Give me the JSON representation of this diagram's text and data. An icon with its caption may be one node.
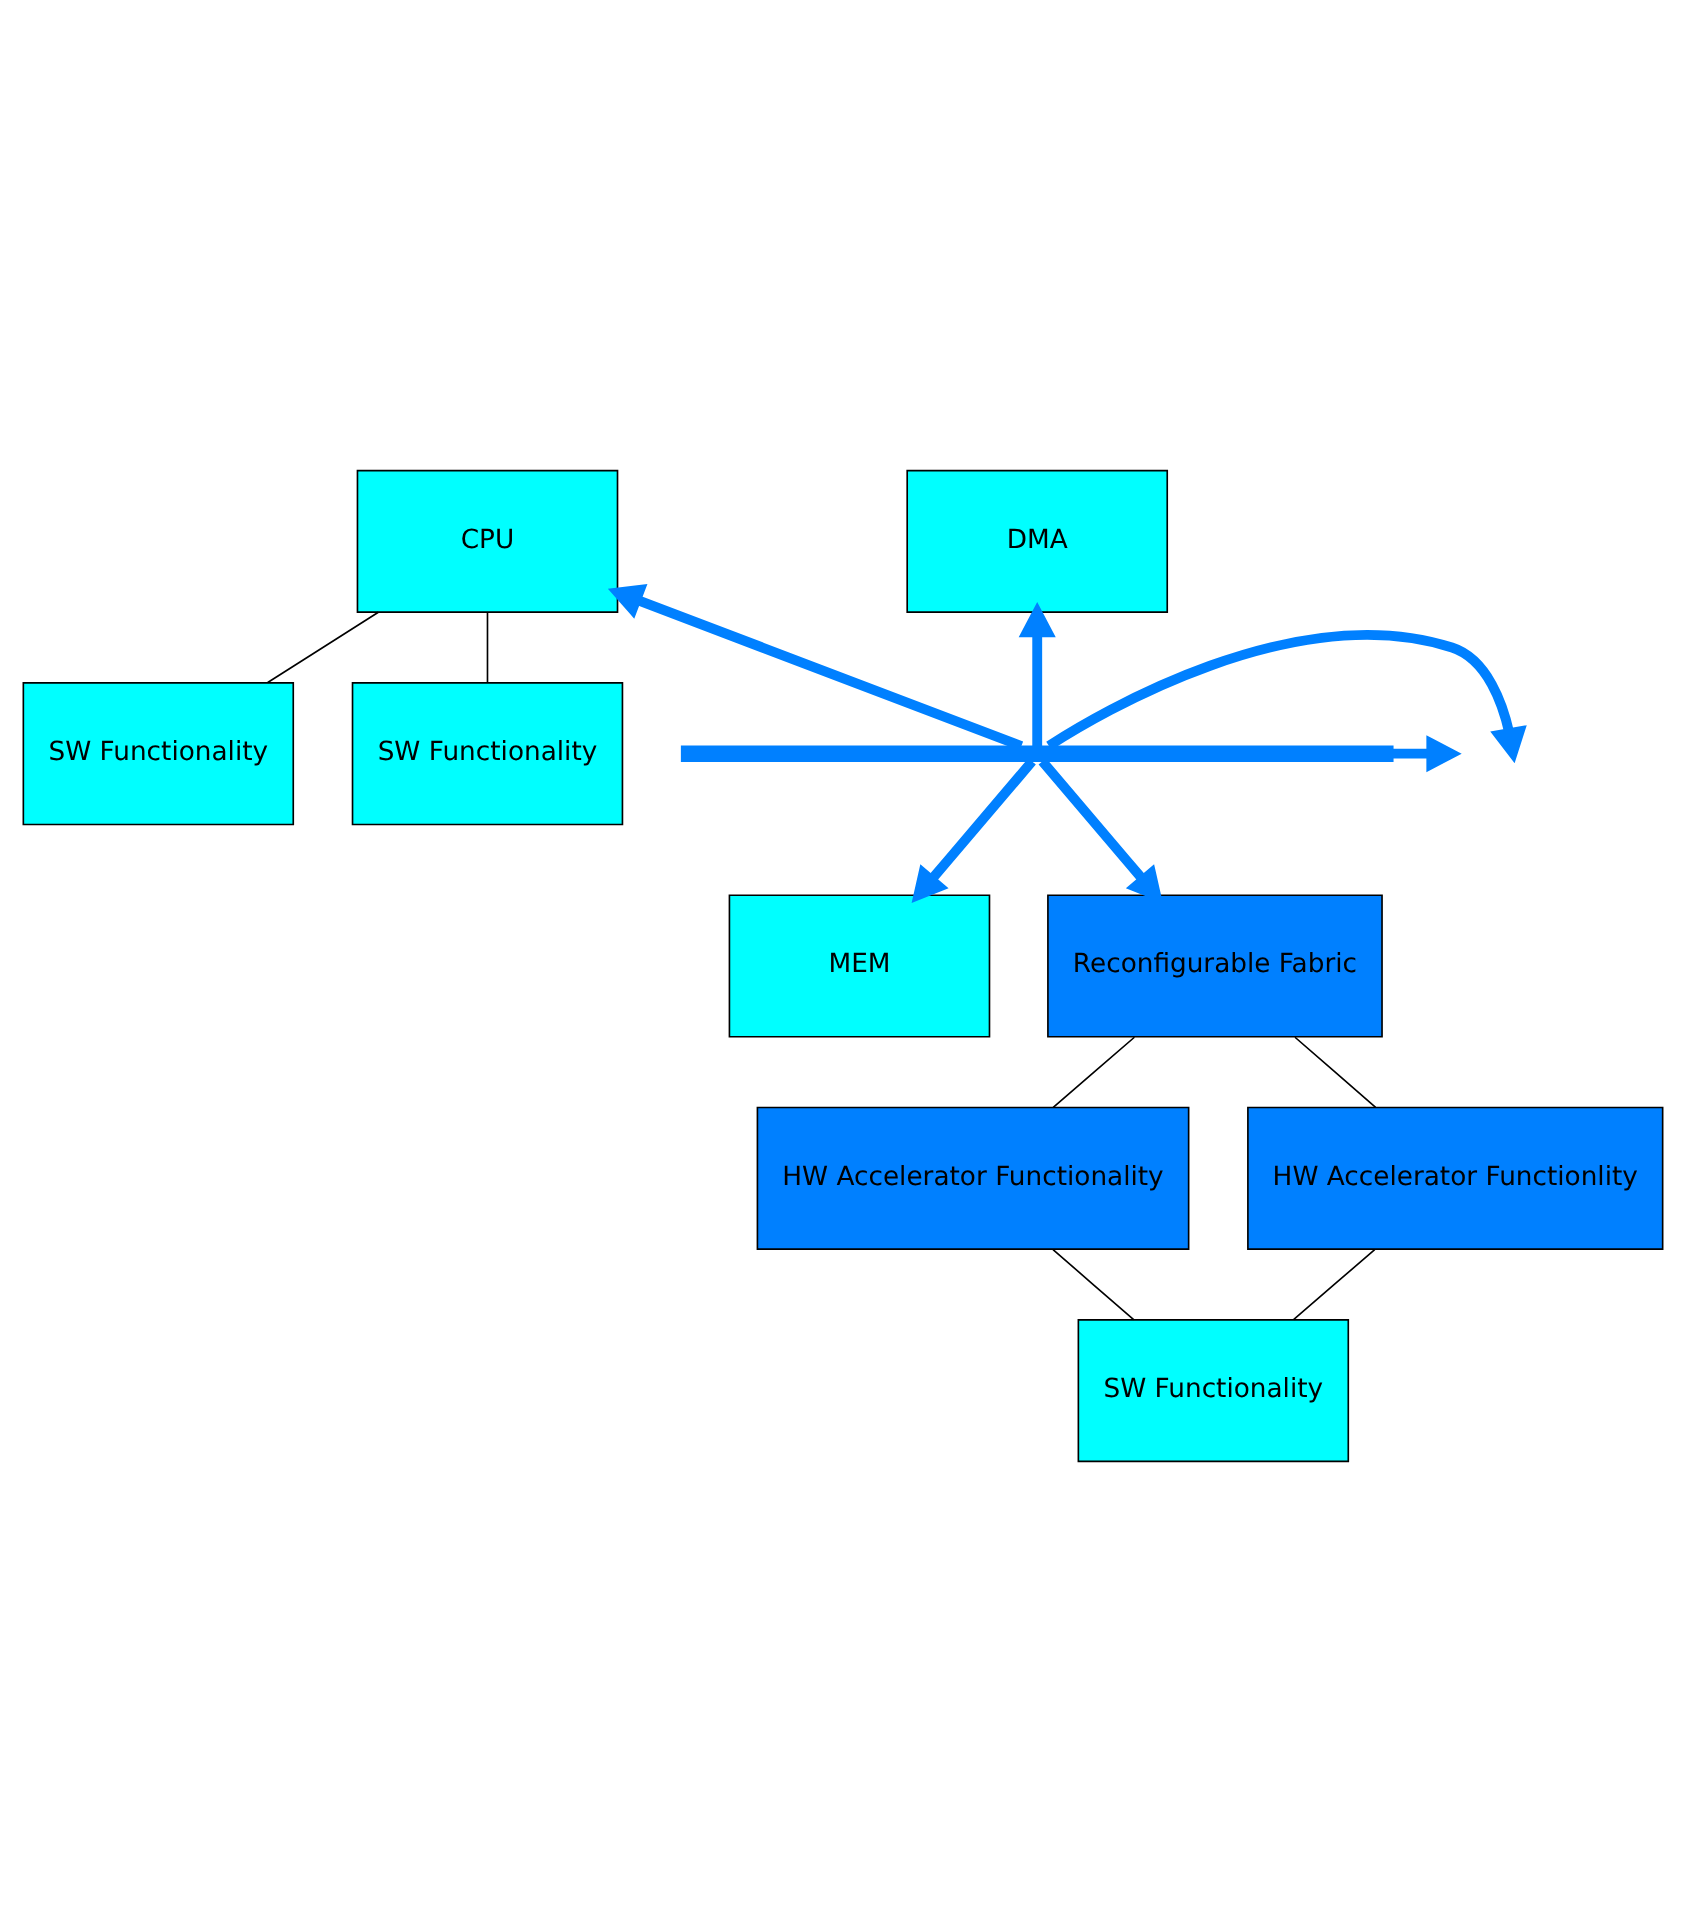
{
  "diagram": {
    "nodes": [
      {
        "text": [
          "SW Functionality"
        ]
      },
      {
        "text": [
          "SW Functionality"
        ]
      },
      {
        "text": [
          "CPU"
        ]
      },
      {
        "text": [
          "DMA"
        ]
      },
      {
        "text": [],
        "shape": "bar"
      },
      {
        "text": [
          "MEM"
        ]
      },
      {
        "text": [
          "Reconfigurable Fabric"
        ]
      },
      {
        "text": [
          "HW Accelerator Functionality"
        ]
      },
      {
        "text": [
          "HW Accelerator Functionlity"
        ]
      },
      {
        "text": [
          "SW Functionality"
        ]
      }
    ],
    "edges": [
      {
        "from": 0,
        "to": 2,
        "arrow": "none"
      },
      {
        "from": 1,
        "to": 2,
        "arrow": "none"
      },
      {
        "from": 4,
        "to": 2,
        "arrow": "to",
        "style": "thick",
        "color": "#0080ff"
      },
      {
        "from": 4,
        "to": 3,
        "arrow": "to",
        "style": "thick",
        "color": "#0080ff"
      },
      {
        "from": 4,
        "to": null,
        "arrow": "to",
        "style": "thick",
        "color": "#0080ff"
      },
      {
        "from": 4,
        "to": null,
        "arrow": "to",
        "style": "thick",
        "color": "#0080ff"
      },
      {
        "from": 4,
        "to": 5,
        "arrow": "to",
        "style": "thick",
        "color": "#0080ff"
      },
      {
        "from": 4,
        "to": 6,
        "arrow": "to",
        "style": "thick",
        "color": "#0080ff"
      },
      {
        "from": 6,
        "to": 7,
        "arrow": "none"
      },
      {
        "from": 6,
        "to": 8,
        "arrow": "none"
      },
      {
        "from": 7,
        "to": 9,
        "arrow": "none"
      },
      {
        "from": 8,
        "to": 9,
        "arrow": "none"
      }
    ]
  }
}
